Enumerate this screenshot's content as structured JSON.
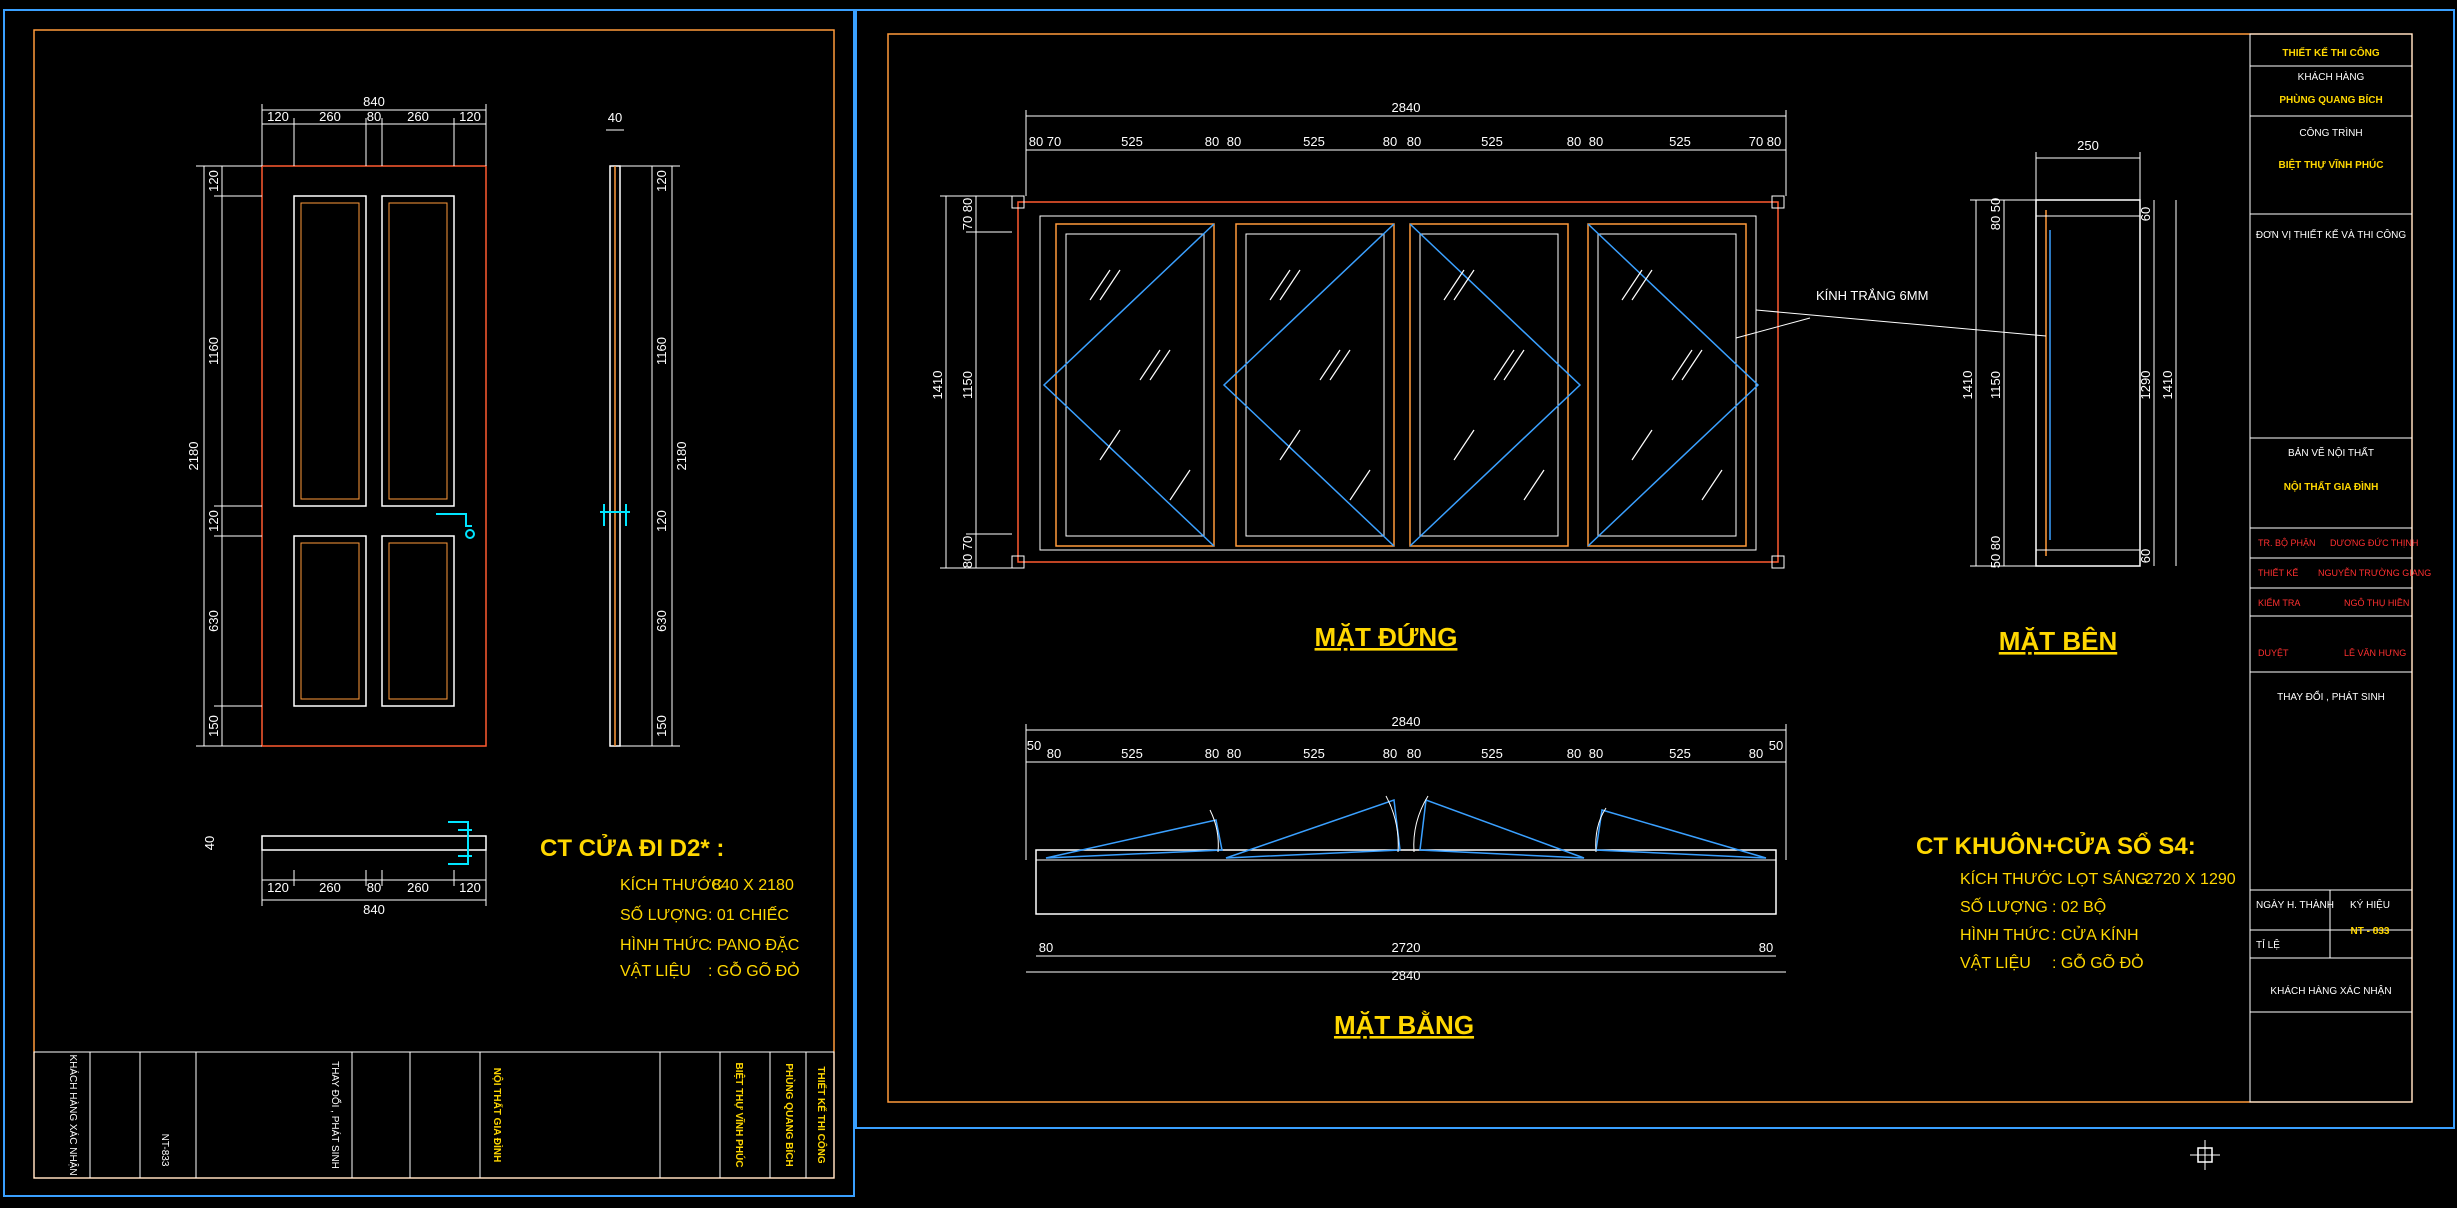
{
  "sheet1": {
    "door": {
      "overall_width": "840",
      "top_dims": [
        "120",
        "260",
        "80",
        "260",
        "120"
      ],
      "bottom_dims": [
        "120",
        "260",
        "80",
        "260",
        "120"
      ],
      "bottom_overall": "840",
      "height": "2180",
      "left_vdims": [
        "120",
        "1160",
        "120",
        "630",
        "150"
      ],
      "side_thk": "40",
      "side_height": "2180",
      "side_vdims": [
        "120",
        "1160",
        "120",
        "630",
        "150"
      ],
      "plan_thk": "40"
    },
    "spec": {
      "title": "CT CỬA ĐI D2* :",
      "rows": [
        {
          "label": "KÍCH THƯỚC",
          "value": "840 X 2180"
        },
        {
          "label": "SỐ LƯỢNG",
          "value": ": 01 CHIẾC"
        },
        {
          "label": "HÌNH THỨC",
          "value": ": PANO ĐẶC"
        },
        {
          "label": "VẬT LIỆU",
          "value": ": GỖ GÕ ĐỎ"
        }
      ]
    },
    "titleblock_cells": [
      "KHÁCH HÀNG XÁC NHẬN",
      "NT-833",
      "THAY ĐỔI , PHÁT SINH",
      "NỘI THẤT GIA ĐÌNH",
      "BIỆT THỰ VĨNH PHÚC",
      "PHÙNG QUANG BÍCH",
      "THIẾT KẾ THI CÔNG"
    ]
  },
  "sheet2": {
    "elevation": {
      "overall": "2840",
      "dims": [
        "80",
        "70",
        "525",
        "80",
        "80",
        "525",
        "80",
        "80",
        "525",
        "80",
        "80",
        "525",
        "70",
        "80"
      ],
      "height": "1410",
      "inner_height": "1150",
      "top_small": "70 80",
      "bottom_small": "80 70",
      "glass_note": "KÍNH TRẮNG 6MM",
      "caption": "MẶT ĐỨNG"
    },
    "side": {
      "width": "250",
      "height_left": "1410",
      "inner_left": "1150",
      "inner_right": "1290",
      "height_right": "1410",
      "top_small": "80 50",
      "bottom_small": "50 80",
      "top_right": "60",
      "bottom_right": "60",
      "caption": "MẶT BÊN"
    },
    "plan": {
      "overall": "2840",
      "dims": [
        "50",
        "80",
        "525",
        "80",
        "80",
        "525",
        "80",
        "80",
        "525",
        "80",
        "80",
        "525",
        "80",
        "50"
      ],
      "inner": "2720",
      "inner_left": "80",
      "inner_right": "80",
      "overall_bottom": "2840",
      "caption": "MẶT BẰNG"
    },
    "spec": {
      "title": "CT KHUÔN+CỬA SỔ S4:",
      "rows": [
        {
          "label": "KÍCH THƯỚC LỌT SÁNG",
          "value": ": 2720 X 1290"
        },
        {
          "label": "SỐ LƯỢNG",
          "value": ": 02 BỘ"
        },
        {
          "label": "HÌNH THỨC",
          "value": ": CỬA KÍNH"
        },
        {
          "label": "VẬT LIỆU",
          "value": ": GỖ GÕ ĐỎ"
        }
      ]
    },
    "titleblock": {
      "header": "THIẾT KẾ THI CÔNG",
      "client_label": "KHÁCH HÀNG",
      "client": "PHÙNG QUANG BÍCH",
      "project_label": "CÔNG TRÌNH",
      "project": "BIỆT THỰ VĨNH PHÚC",
      "designer_label": "ĐƠN VỊ THIẾT KẾ VÀ THI CÔNG",
      "drawing_label": "BẢN VẼ NỘI THẤT",
      "drawing": "NỘI THẤT GIA ĐÌNH",
      "roles": [
        {
          "role": "TR. BỘ PHẬN",
          "name": "DƯƠNG ĐỨC THỊNH"
        },
        {
          "role": "THIẾT KẾ",
          "name": "NGUYỄN TRƯỜNG GIANG"
        },
        {
          "role": "KIỂM TRA",
          "name": "NGÔ THỤ HIỀN"
        },
        {
          "role": "DUYỆT",
          "name": "LÊ VĂN HƯNG"
        }
      ],
      "changes": "THAY ĐỔI , PHÁT SINH",
      "date_label": "NGÀY H. THÀNH",
      "scale_label": "TỈ LỆ",
      "code_label": "KÝ HIỆU",
      "code": "NT - 833",
      "confirm": "KHÁCH HÀNG XÁC NHẬN"
    }
  },
  "colors": {
    "frame": "#3aa0ff",
    "border": "#ff9a3a",
    "title": "#ffd700",
    "glass": "#3aa0ff",
    "dim": "#ffffff",
    "red": "#ff3030"
  }
}
